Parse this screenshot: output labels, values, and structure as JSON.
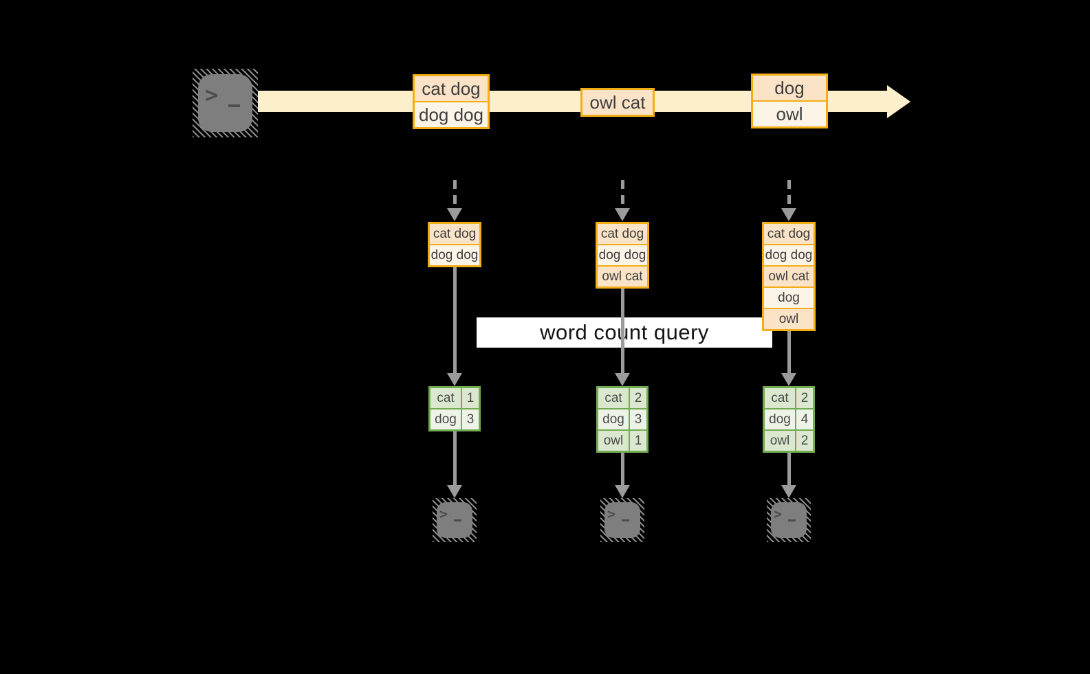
{
  "query_label": "word count query",
  "colors": {
    "background": "#000000",
    "stream_band": "#FBF0CB",
    "orange_border": "#F2AE14",
    "record_peach": "#FAE3C6",
    "record_cream": "#FDF4E8",
    "green_border": "#72AC50",
    "green_dark": "#DBE8CF",
    "green_light": "#EEF3E8",
    "arrow_gray": "#9B9B9B",
    "terminal_gray": "#7E7E7E",
    "query_band": "#FFFFFF"
  },
  "source_icon": "terminal-icon",
  "sink_icon": "terminal-icon",
  "stream": {
    "batches": [
      {
        "lines": [
          "cat dog",
          "dog dog"
        ]
      },
      {
        "lines": [
          "owl cat"
        ]
      },
      {
        "lines": [
          "dog",
          "owl"
        ]
      }
    ]
  },
  "columns": [
    {
      "state": [
        "cat dog",
        "dog dog"
      ],
      "counts": [
        {
          "word": "cat",
          "count": "1"
        },
        {
          "word": "dog",
          "count": "3"
        }
      ]
    },
    {
      "state": [
        "cat dog",
        "dog dog",
        "owl cat"
      ],
      "counts": [
        {
          "word": "cat",
          "count": "2"
        },
        {
          "word": "dog",
          "count": "3"
        },
        {
          "word": "owl",
          "count": "1"
        }
      ]
    },
    {
      "state": [
        "cat dog",
        "dog dog",
        "owl cat",
        "dog",
        "owl"
      ],
      "counts": [
        {
          "word": "cat",
          "count": "2"
        },
        {
          "word": "dog",
          "count": "4"
        },
        {
          "word": "owl",
          "count": "2"
        }
      ]
    }
  ]
}
